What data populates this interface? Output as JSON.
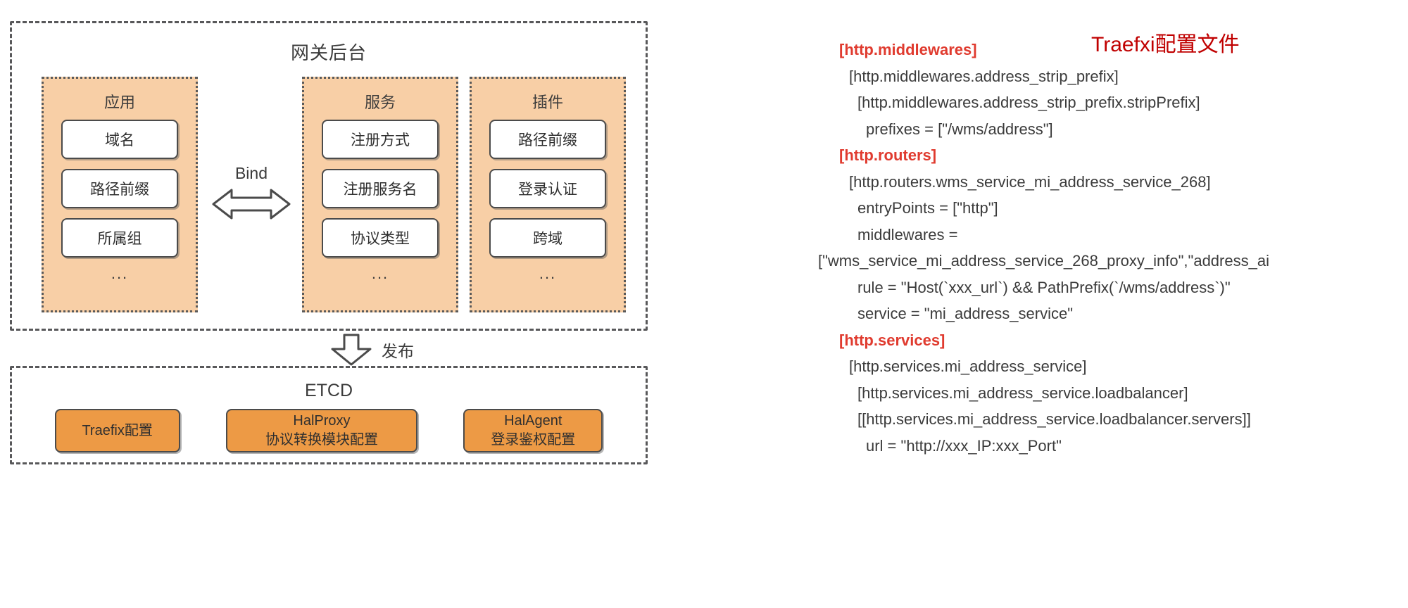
{
  "diagram": {
    "gateway": {
      "title": "网关后台",
      "groups": [
        {
          "name": "应用",
          "items": [
            "域名",
            "路径前缀",
            "所属组"
          ],
          "ellipsis": "..."
        },
        {
          "name": "服务",
          "items": [
            "注册方式",
            "注册服务名",
            "协议类型"
          ],
          "ellipsis": "..."
        },
        {
          "name": "插件",
          "items": [
            "路径前缀",
            "登录认证",
            "跨域"
          ],
          "ellipsis": "..."
        }
      ],
      "bind_label": "Bind"
    },
    "publish_label": "发布",
    "etcd": {
      "title": "ETCD",
      "boxes": [
        {
          "line1": "Traefix配置",
          "line2": ""
        },
        {
          "line1": "HalProxy",
          "line2": "协议转换模块配置"
        },
        {
          "line1": "HalAgent",
          "line2": "登录鉴权配置"
        }
      ]
    }
  },
  "config": {
    "title": "Traefxi配置文件",
    "lines": [
      {
        "text": "[http.middlewares]",
        "indent": "ind0",
        "header": true
      },
      {
        "text": "[http.middlewares.address_strip_prefix]",
        "indent": "ind1",
        "header": false
      },
      {
        "text": "[http.middlewares.address_strip_prefix.stripPrefix]",
        "indent": "ind2",
        "header": false
      },
      {
        "text": "prefixes = [\"/wms/address\"]",
        "indent": "ind3",
        "header": false
      },
      {
        "text": "[http.routers]",
        "indent": "ind0",
        "header": true
      },
      {
        "text": "[http.routers.wms_service_mi_address_service_268]",
        "indent": "ind1",
        "header": false
      },
      {
        "text": "entryPoints = [\"http\"]",
        "indent": "ind2",
        "header": false
      },
      {
        "text": "middlewares =",
        "indent": "ind2",
        "header": false
      },
      {
        "text": "[\"wms_service_mi_address_service_268_proxy_info\",\"address_ai",
        "indent": "indneg",
        "header": false
      },
      {
        "text": "rule = \"Host(`xxx_url`) && PathPrefix(`/wms/address`)\"",
        "indent": "ind2",
        "header": false
      },
      {
        "text": "service = \"mi_address_service\"",
        "indent": "ind2",
        "header": false
      },
      {
        "text": "[http.services]",
        "indent": "ind0",
        "header": true
      },
      {
        "text": "[http.services.mi_address_service]",
        "indent": "ind1",
        "header": false
      },
      {
        "text": "[http.services.mi_address_service.loadbalancer]",
        "indent": "ind2",
        "header": false
      },
      {
        "text": "[[http.services.mi_address_service.loadbalancer.servers]]",
        "indent": "ind2",
        "header": false
      },
      {
        "text": "url = \"http://xxx_IP:xxx_Port\"",
        "indent": "ind3",
        "header": false
      }
    ]
  },
  "colors": {
    "panel_fill": "#F8CFA6",
    "etcd_box_fill": "#ED9A45",
    "title_red": "#C00000",
    "header_red": "#E03B2F",
    "dash_border": "#58585a"
  }
}
